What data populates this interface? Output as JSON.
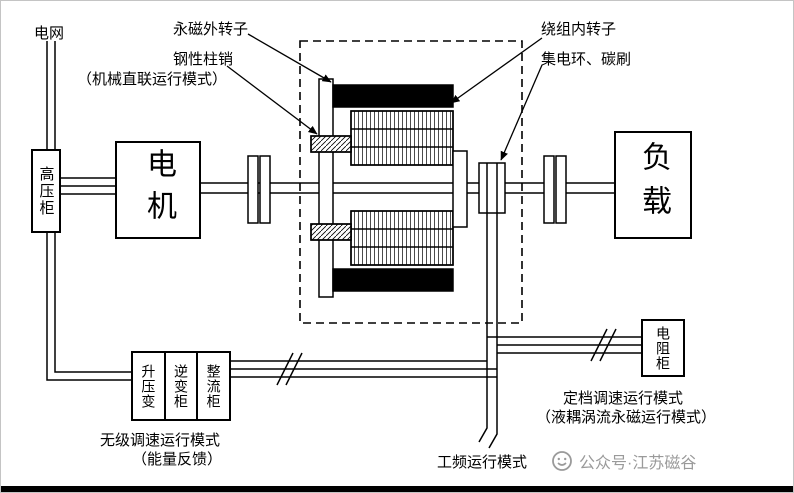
{
  "labels": {
    "grid": "电网",
    "pm_outer_rotor": "永磁外转子",
    "rigid_pin": "钢性柱销",
    "mechanical_direct_mode": "（机械直联运行模式）",
    "wound_inner_rotor": "绕组内转子",
    "slip_ring_brush": "集电环、碳刷",
    "stepless_mode": "无级调速运行模式",
    "energy_feedback": "（能量反馈）",
    "fixed_gear_mode": "定档调速运行模式",
    "fluid_eddy_pm_mode": "（液耦涡流永磁运行模式）",
    "power_frequency_mode": "工频运行模式"
  },
  "boxes": {
    "high_voltage_cabinet": "高压柜",
    "motor": "电机",
    "load": "负载",
    "boost_transformer": "升压变",
    "inverter_cabinet": "逆变柜",
    "rectifier_cabinet": "整流柜",
    "resistor_cabinet": "电阻柜"
  },
  "watermark": {
    "text": "公众号·江苏磁谷",
    "icon": "wechat-official-account-icon",
    "color": "#9a9a9a"
  },
  "colors": {
    "line": "#000000",
    "background": "#ffffff"
  }
}
